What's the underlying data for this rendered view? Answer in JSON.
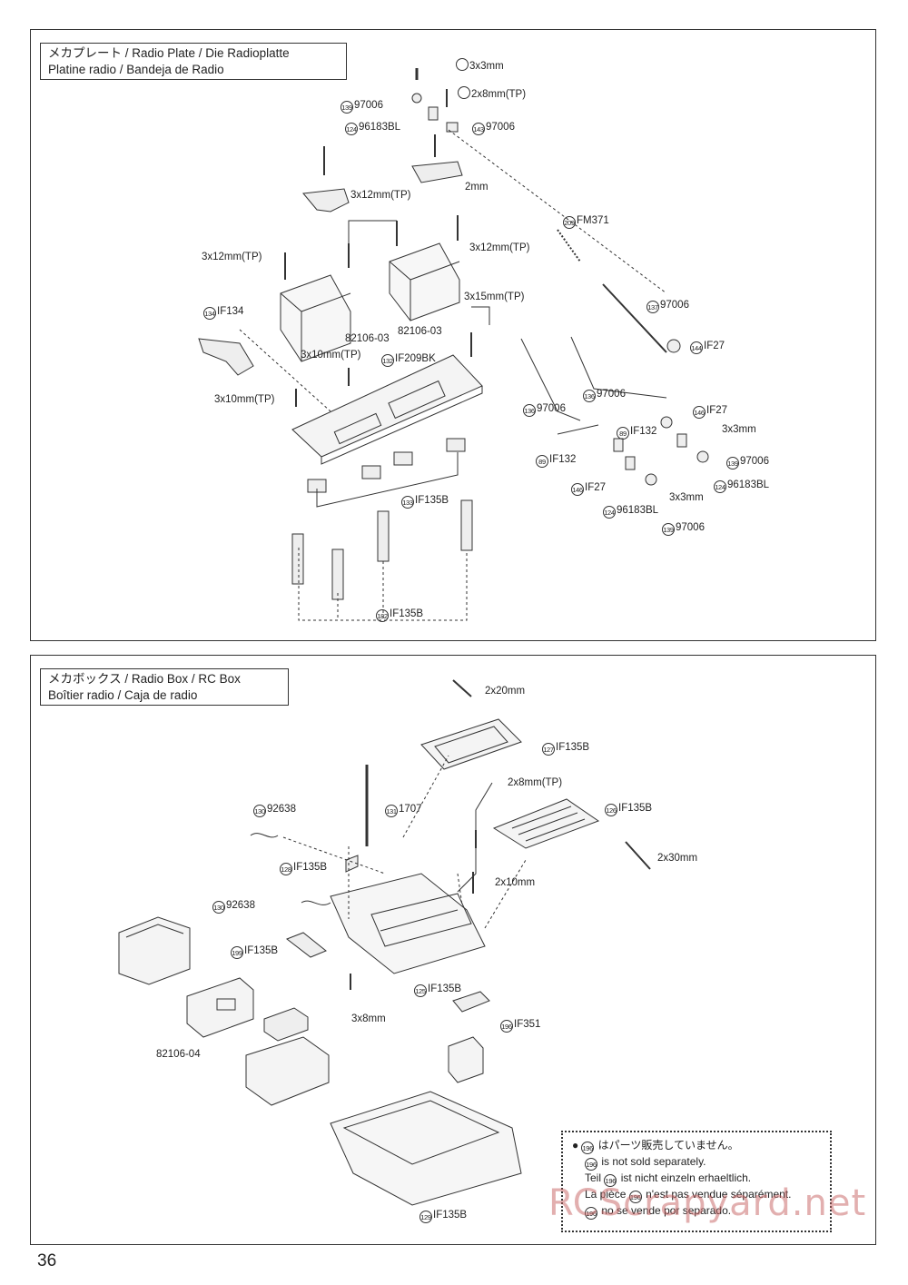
{
  "page_number": "36",
  "watermark": "RCScrapyard.net",
  "radio_plate": {
    "title_line1": "メカプレート / Radio Plate / Die Radioplatte",
    "title_line2": "Platine radio / Bandeja de Radio",
    "labels": [
      {
        "num": "",
        "text": "3x3mm"
      },
      {
        "num": "139",
        "text": "97006"
      },
      {
        "num": "",
        "text": "2x8mm(TP)"
      },
      {
        "num": "124",
        "text": "96183BL"
      },
      {
        "num": "143",
        "text": "97006"
      },
      {
        "num": "",
        "text": "2mm"
      },
      {
        "num": "",
        "text": "3x12mm(TP)"
      },
      {
        "num": "",
        "text": "3x12mm(TP)"
      },
      {
        "num": "",
        "text": "3x12mm(TP)"
      },
      {
        "num": "209",
        "text": "FM371"
      },
      {
        "num": "",
        "text": "3x15mm(TP)"
      },
      {
        "num": "134",
        "text": "IF134"
      },
      {
        "num": "",
        "text": "82106-03"
      },
      {
        "num": "",
        "text": "82106-03"
      },
      {
        "num": "137",
        "text": "97006"
      },
      {
        "num": "144",
        "text": "IF27"
      },
      {
        "num": "",
        "text": "3x10mm(TP)"
      },
      {
        "num": "132",
        "text": "IF209BK"
      },
      {
        "num": "",
        "text": "3x10mm(TP)"
      },
      {
        "num": "136",
        "text": "97006"
      },
      {
        "num": "136",
        "text": "97006"
      },
      {
        "num": "146",
        "text": "IF27"
      },
      {
        "num": "89",
        "text": "IF132"
      },
      {
        "num": "",
        "text": "3x3mm"
      },
      {
        "num": "89",
        "text": "IF132"
      },
      {
        "num": "139",
        "text": "97006"
      },
      {
        "num": "133",
        "text": "IF135B"
      },
      {
        "num": "146",
        "text": "IF27"
      },
      {
        "num": "",
        "text": "3x3mm"
      },
      {
        "num": "124",
        "text": "96183BL"
      },
      {
        "num": "124",
        "text": "96183BL"
      },
      {
        "num": "139",
        "text": "97006"
      },
      {
        "num": "182",
        "text": "IF135B"
      }
    ]
  },
  "radio_box": {
    "title_line1": "メカボックス / Radio Box / RC Box",
    "title_line2": "Boîtier radio / Caja de radio",
    "labels": [
      {
        "num": "",
        "text": "2x20mm"
      },
      {
        "num": "127",
        "text": "IF135B"
      },
      {
        "num": "",
        "text": "2x8mm(TP)"
      },
      {
        "num": "130",
        "text": "92638"
      },
      {
        "num": "131",
        "text": "1707"
      },
      {
        "num": "126",
        "text": "IF135B"
      },
      {
        "num": "",
        "text": "2x30mm"
      },
      {
        "num": "128",
        "text": "IF135B"
      },
      {
        "num": "",
        "text": "2x10mm"
      },
      {
        "num": "130",
        "text": "92638"
      },
      {
        "num": "199",
        "text": "IF135B"
      },
      {
        "num": "125",
        "text": "IF135B"
      },
      {
        "num": "",
        "text": "3x8mm"
      },
      {
        "num": "196",
        "text": "IF351"
      },
      {
        "num": "",
        "text": "82106-04"
      },
      {
        "num": "129",
        "text": "IF135B"
      }
    ],
    "note": {
      "num": "196",
      "line_ja": "はパーツ販売していません。",
      "line_en": "is not sold separately.",
      "line_de_prefix": "Teil",
      "line_de": "ist nicht einzeln erhaeltlich.",
      "line_fr_prefix": "La pièce",
      "line_fr": "n'est pas vendue séparément.",
      "line_es": "no se vende por separado."
    }
  }
}
